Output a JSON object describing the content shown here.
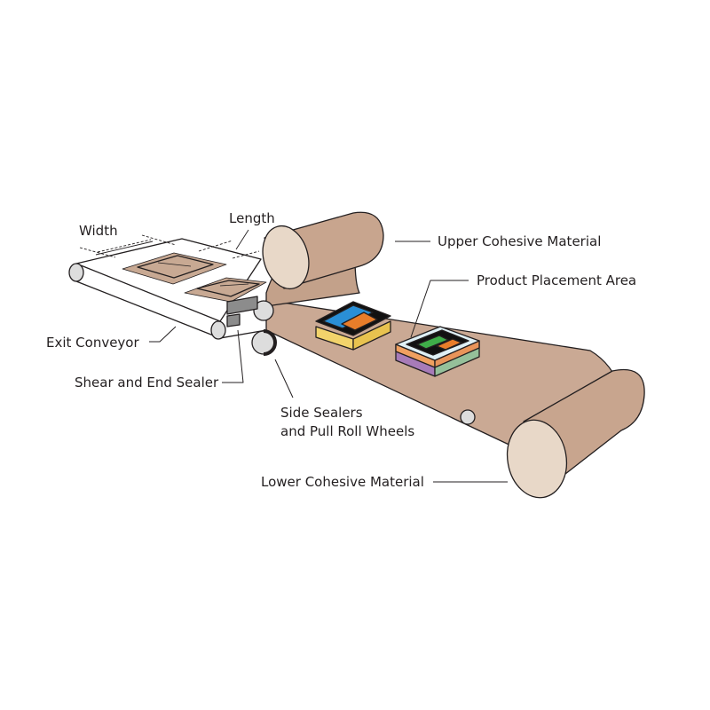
{
  "labels": {
    "width": "Width",
    "length": "Length",
    "upper": "Upper Cohesive Material",
    "placement": "Product Placement Area",
    "exit": "Exit Conveyor",
    "shear": "Shear and End Sealer",
    "side_line1": "Side Sealers",
    "side_line2": "and Pull Roll Wheels",
    "lower": "Lower Cohesive Material"
  },
  "colors": {
    "material": "#c8a993",
    "material_light": "#d6bba6",
    "roll_cap": "#e8d8c8",
    "outline": "#231f20",
    "sealer": "#8c8c8c",
    "wheel": "#d9d9d9"
  }
}
